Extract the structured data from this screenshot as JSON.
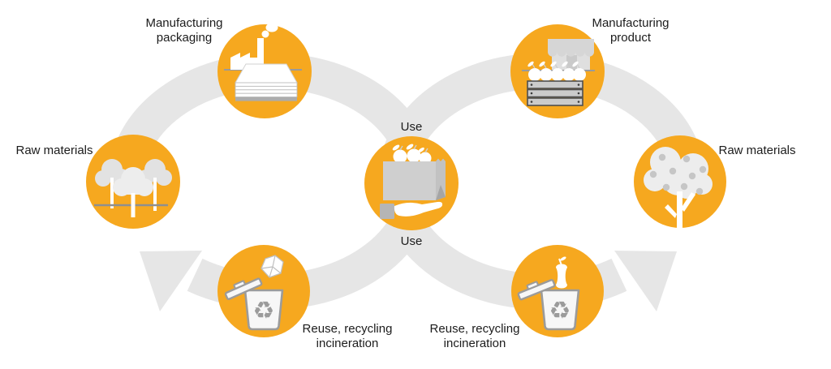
{
  "colors": {
    "accent": "#F6A81F",
    "band": "#E6E6E6",
    "text": "#1C1C1C",
    "outline": "#9B9B9B"
  },
  "labels": {
    "manufacturing_packaging": [
      "Manufacturing",
      "packaging"
    ],
    "raw_materials_left": [
      "Raw materials"
    ],
    "use_top": [
      "Use"
    ],
    "use_bottom": [
      "Use"
    ],
    "manufacturing_product": [
      "Manufacturing",
      "product"
    ],
    "raw_materials_right": [
      "Raw materials"
    ],
    "reuse_recycling_left": [
      "Reuse, recycling",
      "incineration"
    ],
    "reuse_recycling_right": [
      "Reuse, recycling",
      "incineration"
    ]
  },
  "symbols": {
    "recycle": "♻"
  },
  "icons": {
    "manufacturing_packaging": "factory-paper-stack-icon",
    "raw_materials_left": "trees-icon",
    "use": "shopping-bag-hand-icon",
    "manufacturing_product": "market-stall-crate-icon",
    "raw_materials_right": "apple-tree-icon",
    "reuse_left": "recycle-bin-paper-icon",
    "reuse_right": "recycle-bin-apple-icon"
  },
  "cycles": {
    "left": [
      "Raw materials",
      "Manufacturing packaging",
      "Use",
      "Reuse, recycling incineration"
    ],
    "right": [
      "Raw materials",
      "Manufacturing product",
      "Use",
      "Reuse, recycling incineration"
    ]
  }
}
